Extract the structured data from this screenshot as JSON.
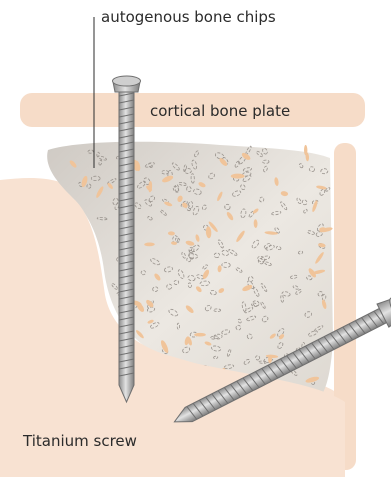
{
  "labels": {
    "bone_chips": "autogenous bone chips",
    "bone_plate": "cortical bone plate",
    "screw": "Titanium screw"
  },
  "colors": {
    "tissue": "#f8e2d2",
    "plate": "#f6dcc8",
    "graft": "#e5e1db",
    "chip": "#f0c49a",
    "screw": "#b9b9b9",
    "screw_edge": "#6f6f6f",
    "text": "#2b2b2b"
  }
}
